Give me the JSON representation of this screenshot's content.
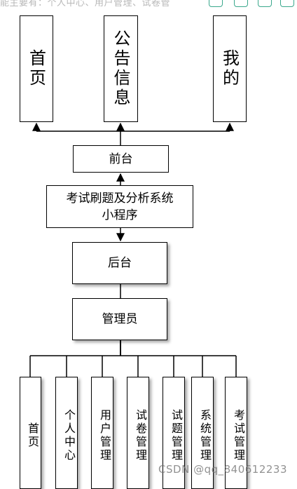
{
  "top_bar": {
    "text": "能主要有：个人中心、用户管理、试卷管"
  },
  "diagram": {
    "top_modules": [
      "首页",
      "公告信息",
      "我的"
    ],
    "frontend": "前台",
    "system": "考试刷题及分析系统\n小程序",
    "backend": "后台",
    "admin": "管理员",
    "admin_modules": [
      "首页",
      "个人中心",
      "用户管理",
      "试卷管理",
      "试题管理",
      "系统管理",
      "考试管理"
    ]
  },
  "watermark": "CSDN @qq_840612233"
}
